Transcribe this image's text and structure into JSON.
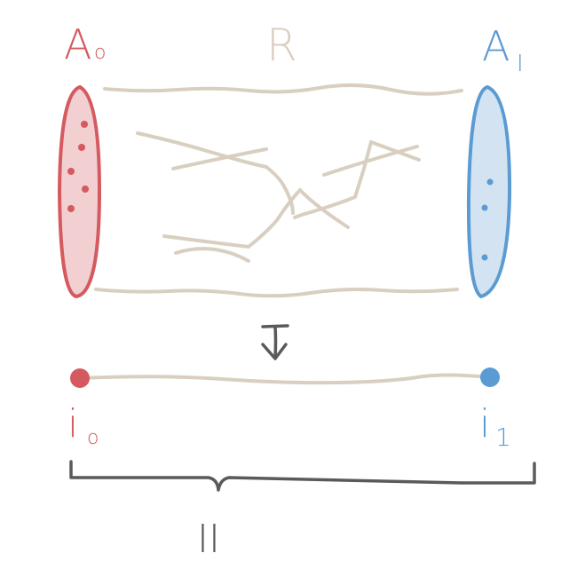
{
  "labels": {
    "left_set": "A",
    "left_set_sub": "o",
    "relation": "R",
    "right_set": "A",
    "right_set_sub": "I",
    "arrow": "↧",
    "left_point": "i",
    "left_point_sub": "o",
    "right_point": "i",
    "right_point_sub": "1",
    "interval": "II"
  },
  "colors": {
    "red": "#d45a5f",
    "red_fill": "#f2cfd1",
    "blue": "#5b9bd3",
    "blue_fill": "#d3e3f1",
    "beige": "#d9cfc0",
    "gray": "#5a5a5a"
  }
}
